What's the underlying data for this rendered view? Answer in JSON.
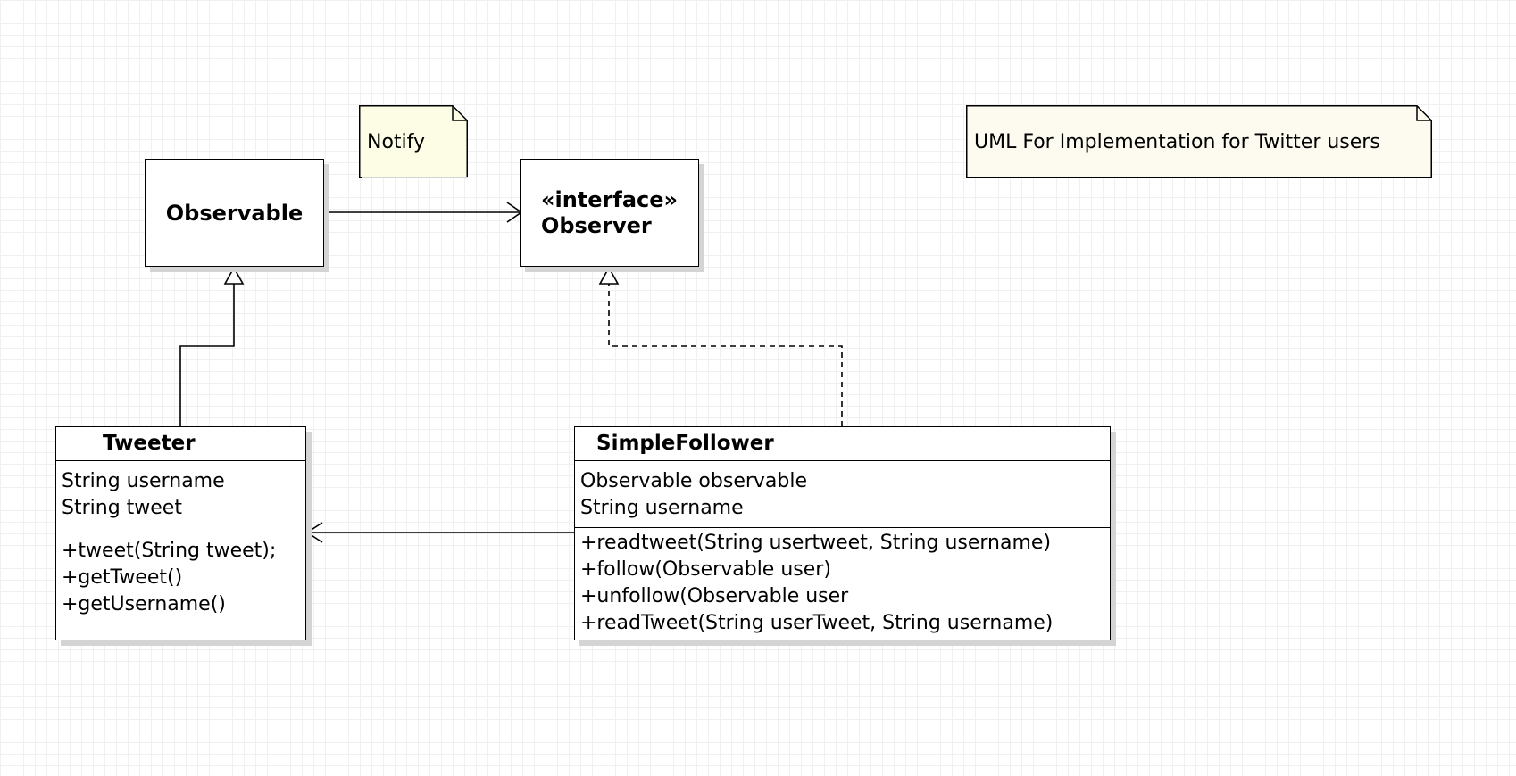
{
  "diagram": {
    "title_note": "UML For Implementation for Twitter users",
    "notify_note": "Notify",
    "observable": {
      "name": "Observable"
    },
    "observer": {
      "stereotype": "«interface»",
      "name": "Observer"
    },
    "tweeter": {
      "name": "Tweeter",
      "attributes": [
        "String username",
        "String tweet"
      ],
      "operations": [
        "+tweet(String tweet);",
        "+getTweet()",
        "+getUsername()"
      ]
    },
    "simple_follower": {
      "name": "SimpleFollower",
      "attributes": [
        "Observable observable",
        "String username"
      ],
      "operations": [
        "+readtweet(String usertweet, String username)",
        "+follow(Observable user)",
        "+unfollow(Observable user",
        "+readTweet(String userTweet, String username)"
      ]
    }
  },
  "colors": {
    "note_fill": "#fdfde6",
    "title_note_fill": "#fdfbf0",
    "shadow": "#d4d4d4",
    "grid": "#f0f0f0"
  }
}
